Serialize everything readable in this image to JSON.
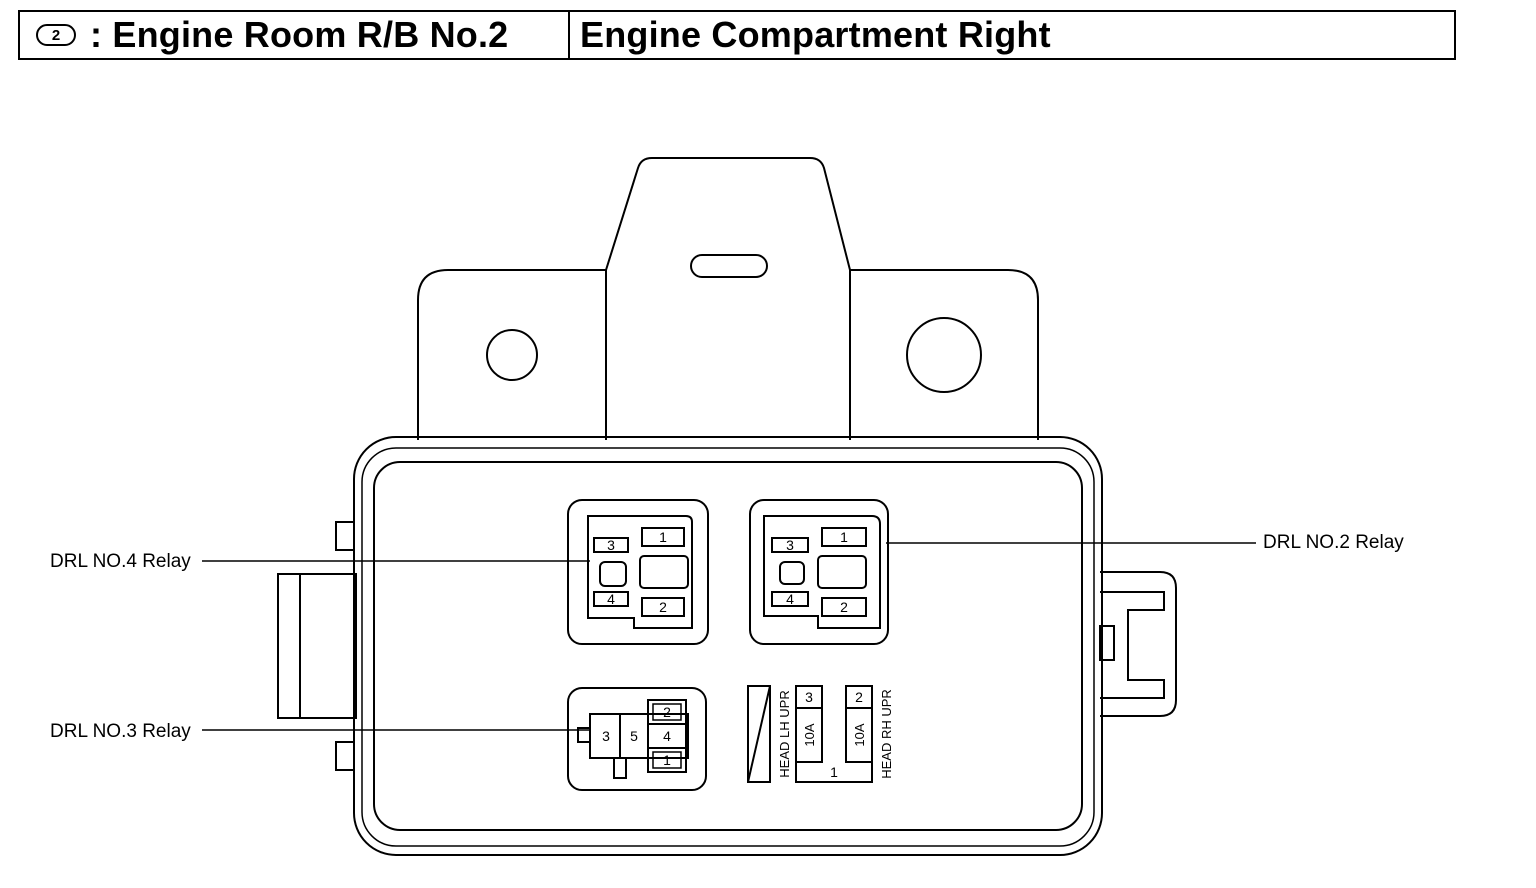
{
  "header": {
    "badge": "2",
    "title_left": ": Engine Room R/B No.2",
    "title_right": "Engine Compartment Right"
  },
  "labels": {
    "drl4": "DRL NO.4 Relay",
    "drl3": "DRL NO.3 Relay",
    "drl2": "DRL NO.2 Relay"
  },
  "relay_drl4_pins": {
    "p1": "1",
    "p2": "2",
    "p3": "3",
    "p4": "4"
  },
  "relay_drl2_pins": {
    "p1": "1",
    "p2": "2",
    "p3": "3",
    "p4": "4"
  },
  "relay_drl3_pins": {
    "p1": "1",
    "p2": "2",
    "p3": "3",
    "p4": "4",
    "p5": "5"
  },
  "fuse_block": {
    "slot3": "3",
    "slot2": "2",
    "slot1": "1",
    "left_amp": "10A",
    "right_amp": "10A",
    "left_name": "HEAD LH UPR",
    "right_name": "HEAD RH UPR"
  }
}
